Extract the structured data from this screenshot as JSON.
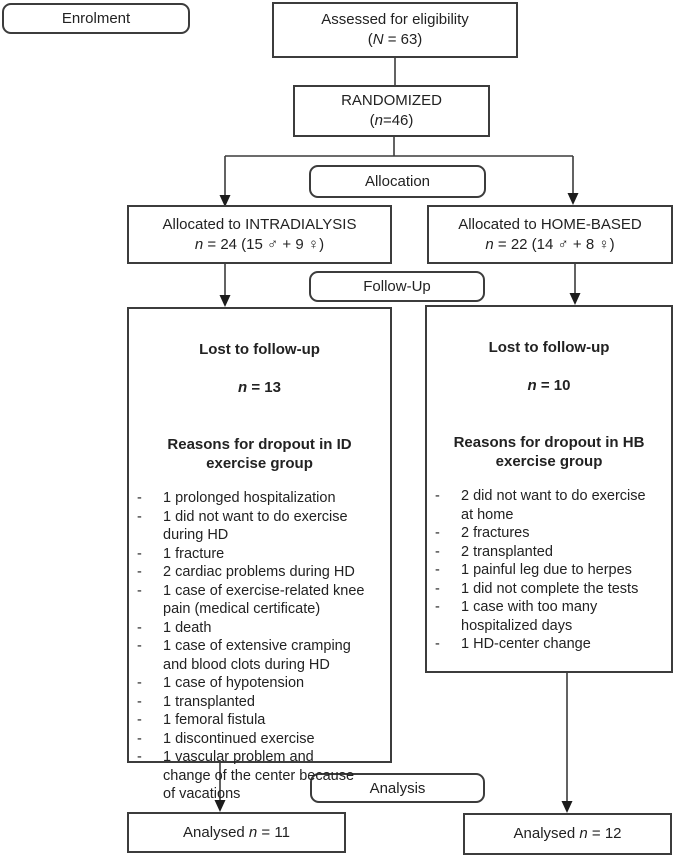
{
  "stages": {
    "enrolment": "Enrolment",
    "allocation": "Allocation",
    "followup": "Follow-Up",
    "analysis": "Analysis"
  },
  "eligibility": {
    "line1": "Assessed for eligibility",
    "count_pre": "(",
    "count_it": "N",
    "count_post": " = 63)"
  },
  "randomized": {
    "line1": "RANDOMIZED",
    "count_pre": "(",
    "count_it": "n",
    "count_post": "=46)"
  },
  "allocated_id": {
    "line1": "Allocated to INTRADIALYSIS",
    "count_it": "n",
    "count_post": " = 24 (15 ♂ + 9 ♀)"
  },
  "allocated_hb": {
    "line1": "Allocated to HOME-BASED",
    "count_it": "n",
    "count_post": " = 22 (14 ♂ + 8 ♀)"
  },
  "lost_id": {
    "title": "Lost to follow-up",
    "count_it": "n",
    "count_post": " = 13",
    "subtitle": "Reasons for dropout in ID\nexercise group",
    "items": [
      "1 prolonged hospitalization",
      "1 did not want to do exercise\nduring HD",
      "1 fracture",
      "2 cardiac problems during HD",
      "1 case of exercise-related knee\npain (medical certificate)",
      "1 death",
      "1 case of extensive cramping\nand blood clots during HD",
      "1 case of hypotension",
      "1 transplanted",
      "1 femoral fistula",
      "1 discontinued exercise",
      "1 vascular problem and\nchange of the center because\nof vacations"
    ]
  },
  "lost_hb": {
    "title": "Lost to follow-up",
    "count_it": "n",
    "count_post": " = 10",
    "subtitle": "Reasons for dropout in HB\nexercise group",
    "items": [
      "2 did not want to do exercise\nat home",
      "2 fractures",
      "2 transplanted",
      "1 painful leg due to herpes",
      "1 did not complete the tests",
      "1 case with too many\nhospitalized days",
      "1 HD-center change"
    ]
  },
  "analysed_id": {
    "pre": "Analysed ",
    "count_it": "n",
    "count_post": " = 11"
  },
  "analysed_hb": {
    "pre": "Analysed ",
    "count_it": "n",
    "count_post": " = 12"
  }
}
